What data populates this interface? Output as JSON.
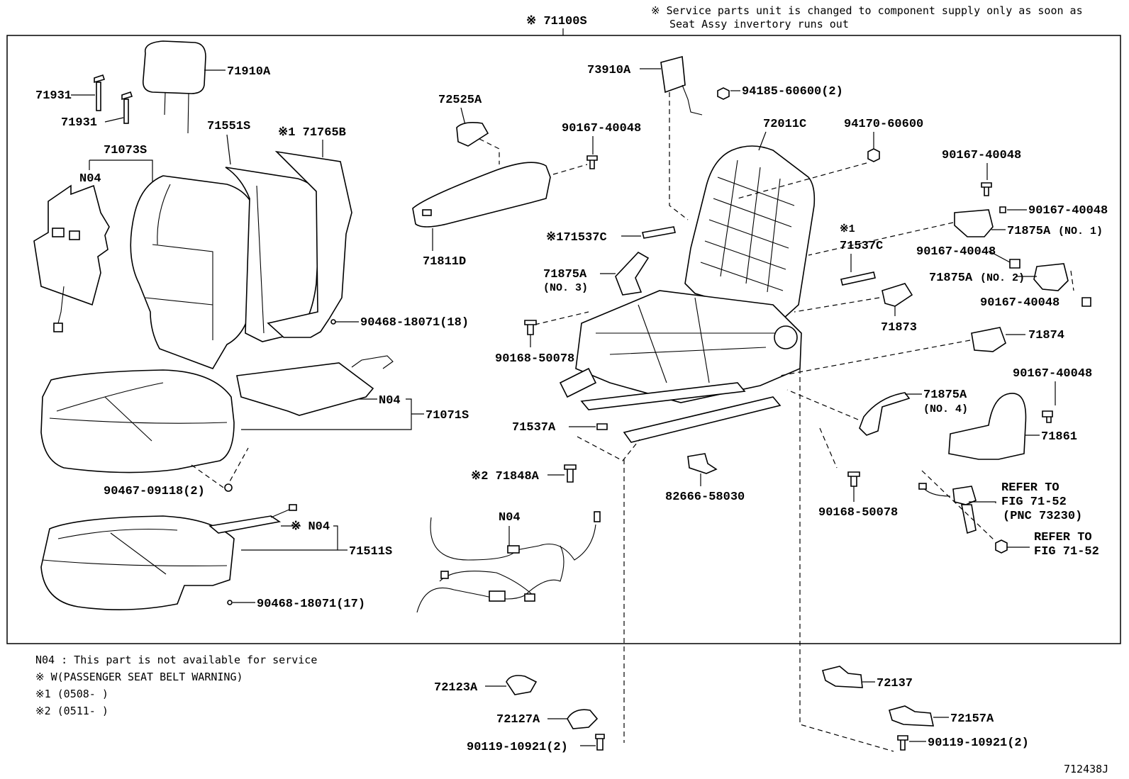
{
  "header": {
    "assembly": "※ 71100S",
    "service_note_1": "※ Service parts unit is changed to component supply only as soon as",
    "service_note_2": "Seat Assy invertory runs out"
  },
  "parts": {
    "p71910A": "71910A",
    "p71931a": "71931",
    "p71931b": "71931",
    "p71551S": "71551S",
    "p71765B": "※1 71765B",
    "p71073S": "71073S",
    "p_n04_a": "N04",
    "p90468a": "90468-18071(18)",
    "p_n04_b": "N04",
    "p71071S": "71071S",
    "p90467": "90467-09118(2)",
    "p_n04_c": "※ N04",
    "p71511S": "71511S",
    "p90468b": "90468-18071(17)",
    "p72525A": "72525A",
    "p71811D": "71811D",
    "p90167a": "90167-40048",
    "p73910A": "73910A",
    "p94185": "94185-60600(2)",
    "p72011C": "72011C",
    "p94170": "94170-60600",
    "p71537C_a": "※171537C",
    "p71875A_3": "71875A",
    "p71875A_3n": "(NO. 3)",
    "p90168a": "90168-50078",
    "p71537C_b1": "※1",
    "p71537C_b2": "71537C",
    "p71873": "71873",
    "p90167b": "90167-40048",
    "p90167c": "90167-40048",
    "p71875A_1": "71875A",
    "p71875A_1n": "(NO. 1)",
    "p90167d": "90167-40048",
    "p71875A_2": "71875A",
    "p71875A_2n": "(NO. 2)",
    "p90167e": "90167-40048",
    "p71874": "71874",
    "p71875A_4": "71875A",
    "p71875A_4n": "(NO. 4)",
    "p90167f": "90167-40048",
    "p71861": "71861",
    "p71537A": "71537A",
    "p71848A": "※2 71848A",
    "p82666": "82666-58030",
    "p90168b": "90168-50078",
    "p_n04_d": "N04",
    "ref1_1": "REFER TO",
    "ref1_2": "FIG 71-52",
    "ref1_3": "(PNC 73230)",
    "ref2_1": "REFER TO",
    "ref2_2": "FIG 71-52",
    "p72123A": "72123A",
    "p72127A": "72127A",
    "p90119a": "90119-10921(2)",
    "p72137": "72137",
    "p72157A": "72157A",
    "p90119b": "90119-10921(2)"
  },
  "legend": {
    "line1": "N04 : This part is not available for service",
    "line2": "※  W(PASSENGER SEAT BELT WARNING)",
    "line3": "※1 (0508-     )",
    "line4": "※2 (0511-     )"
  },
  "figure_id": "712438J"
}
